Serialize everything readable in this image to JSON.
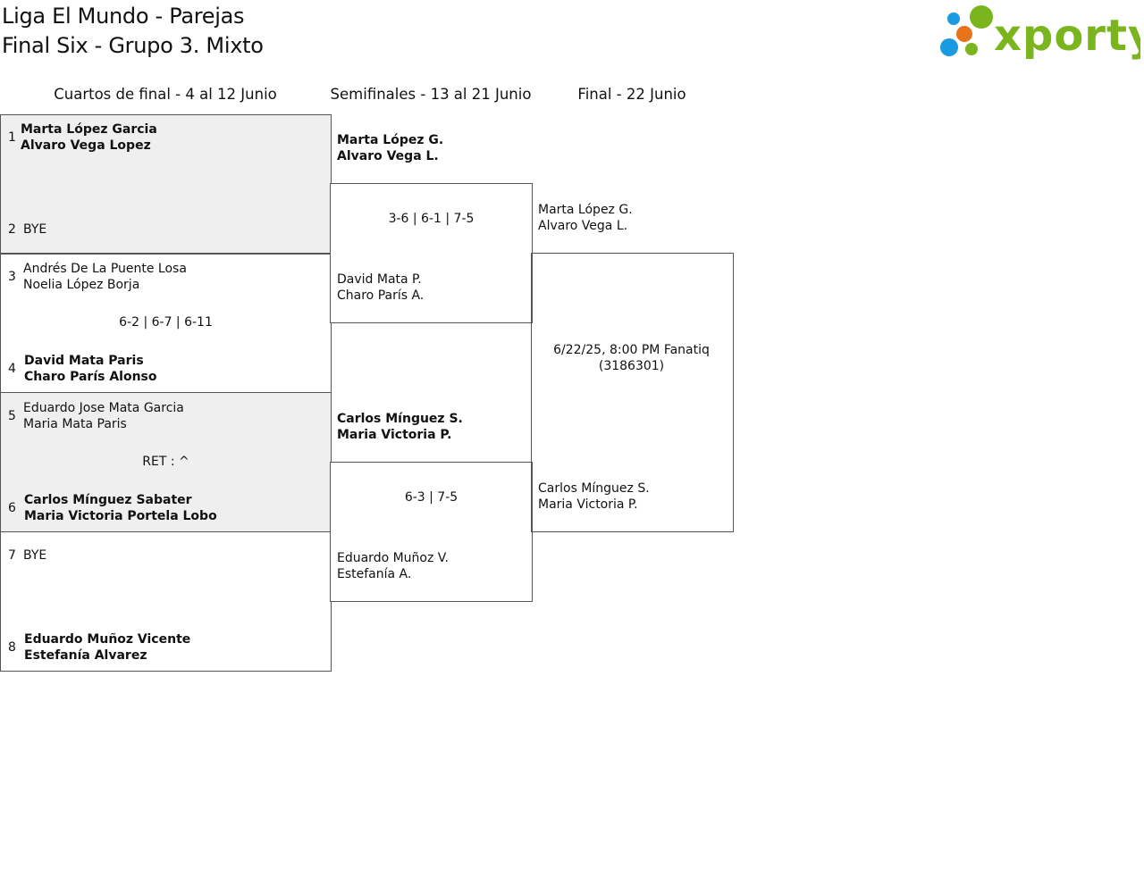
{
  "header": {
    "title_line1": "Liga El Mundo - Parejas",
    "title_line2": "Final Six - Grupo 3. Mixto",
    "logo_text": "xporty",
    "colors": {
      "brand_green": "#7ab51d",
      "blue": "#1a9ae0",
      "orange": "#e8731a"
    }
  },
  "rounds": {
    "quarterfinals": "Cuartos de final - 4 al 12 Junio",
    "semifinals": "Semifinales - 13 al 21 Junio",
    "final": "Final - 22 Junio"
  },
  "quarterfinals": [
    {
      "top": {
        "seed": "1",
        "line1": "Marta López Garcia",
        "line2": "Alvaro Vega Lopez"
      },
      "bottom": {
        "seed": "2",
        "line1": "BYE",
        "line2": ""
      },
      "score": ""
    },
    {
      "top": {
        "seed": "3",
        "line1": "Andrés De La Puente Losa",
        "line2": "Noelia López Borja"
      },
      "bottom": {
        "seed": "4",
        "line1": "David Mata Paris",
        "line2": "Charo París Alonso"
      },
      "score": "6-2 | 6-7 | 6-11"
    },
    {
      "top": {
        "seed": "5",
        "line1": "Eduardo Jose Mata Garcia",
        "line2": "Maria Mata Paris"
      },
      "bottom": {
        "seed": "6",
        "line1": "Carlos Mínguez Sabater",
        "line2": "Maria Victoria Portela Lobo"
      },
      "score": "RET : ^"
    },
    {
      "top": {
        "seed": "7",
        "line1": "BYE",
        "line2": ""
      },
      "bottom": {
        "seed": "8",
        "line1": "Eduardo Muñoz Vicente",
        "line2": "Estefanía Alvarez"
      },
      "score": ""
    }
  ],
  "semifinals": [
    {
      "top": {
        "line1": "Marta López G.",
        "line2": "Alvaro Vega L."
      },
      "score": "3-6 | 6-1 | 7-5",
      "bottom": {
        "line1": "David Mata P.",
        "line2": "Charo París A."
      }
    },
    {
      "top": {
        "line1": "Carlos Mínguez S.",
        "line2": "Maria Victoria P."
      },
      "score": "6-3 | 7-5",
      "bottom": {
        "line1": "Eduardo Muñoz V.",
        "line2": "Estefanía A."
      }
    }
  ],
  "final": {
    "top": {
      "line1": "Marta López G.",
      "line2": "Alvaro Vega L."
    },
    "info_line1": "6/22/25, 8:00 PM Fanatiq",
    "info_line2": "(3186301)",
    "bottom": {
      "line1": "Carlos Mínguez S.",
      "line2": "Maria Victoria P."
    }
  }
}
